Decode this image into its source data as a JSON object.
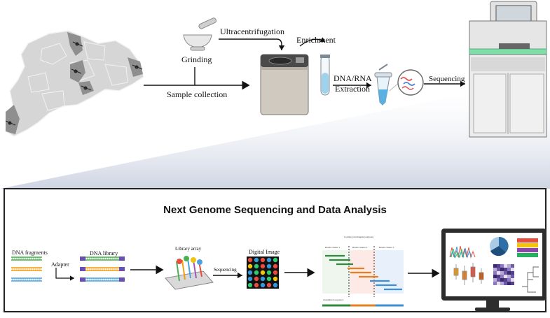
{
  "workflow": {
    "labels": {
      "grinding": "Grinding",
      "ultracentrifugation": "Ultracentrifugation",
      "enrichment": "Enrichment",
      "sample_collection": "Sample collection",
      "extraction_line1": "DNA/RNA",
      "extraction_line2": "Extraction",
      "sequencing": "Sequencing"
    }
  },
  "analysis": {
    "title": "Next Genome Sequencing and Data Analysis",
    "labels": {
      "dna_fragments": "DNA fragments",
      "adapter": "Adapter",
      "dna_library": "DNA library",
      "library_array": "Library array",
      "sequencing": "Sequencing",
      "digital_image": "Digital Image",
      "contigs": "Contigs (overlapping regions)",
      "reads_cluster_1": "Reads cluster 1",
      "reads_cluster_2": "Reads cluster 2",
      "reads_cluster_3": "Reads cluster 3",
      "assembled_sequence": "Assembled sequence"
    }
  },
  "colors": {
    "map_light": "#d4d4d4",
    "map_dark": "#8e8e8e",
    "accent_green": "#7ee0a8",
    "strand_green": "#4caf50",
    "strand_orange": "#f39c12",
    "strand_blue": "#4aa3df",
    "monitor_blue": "#2f6fa6"
  }
}
